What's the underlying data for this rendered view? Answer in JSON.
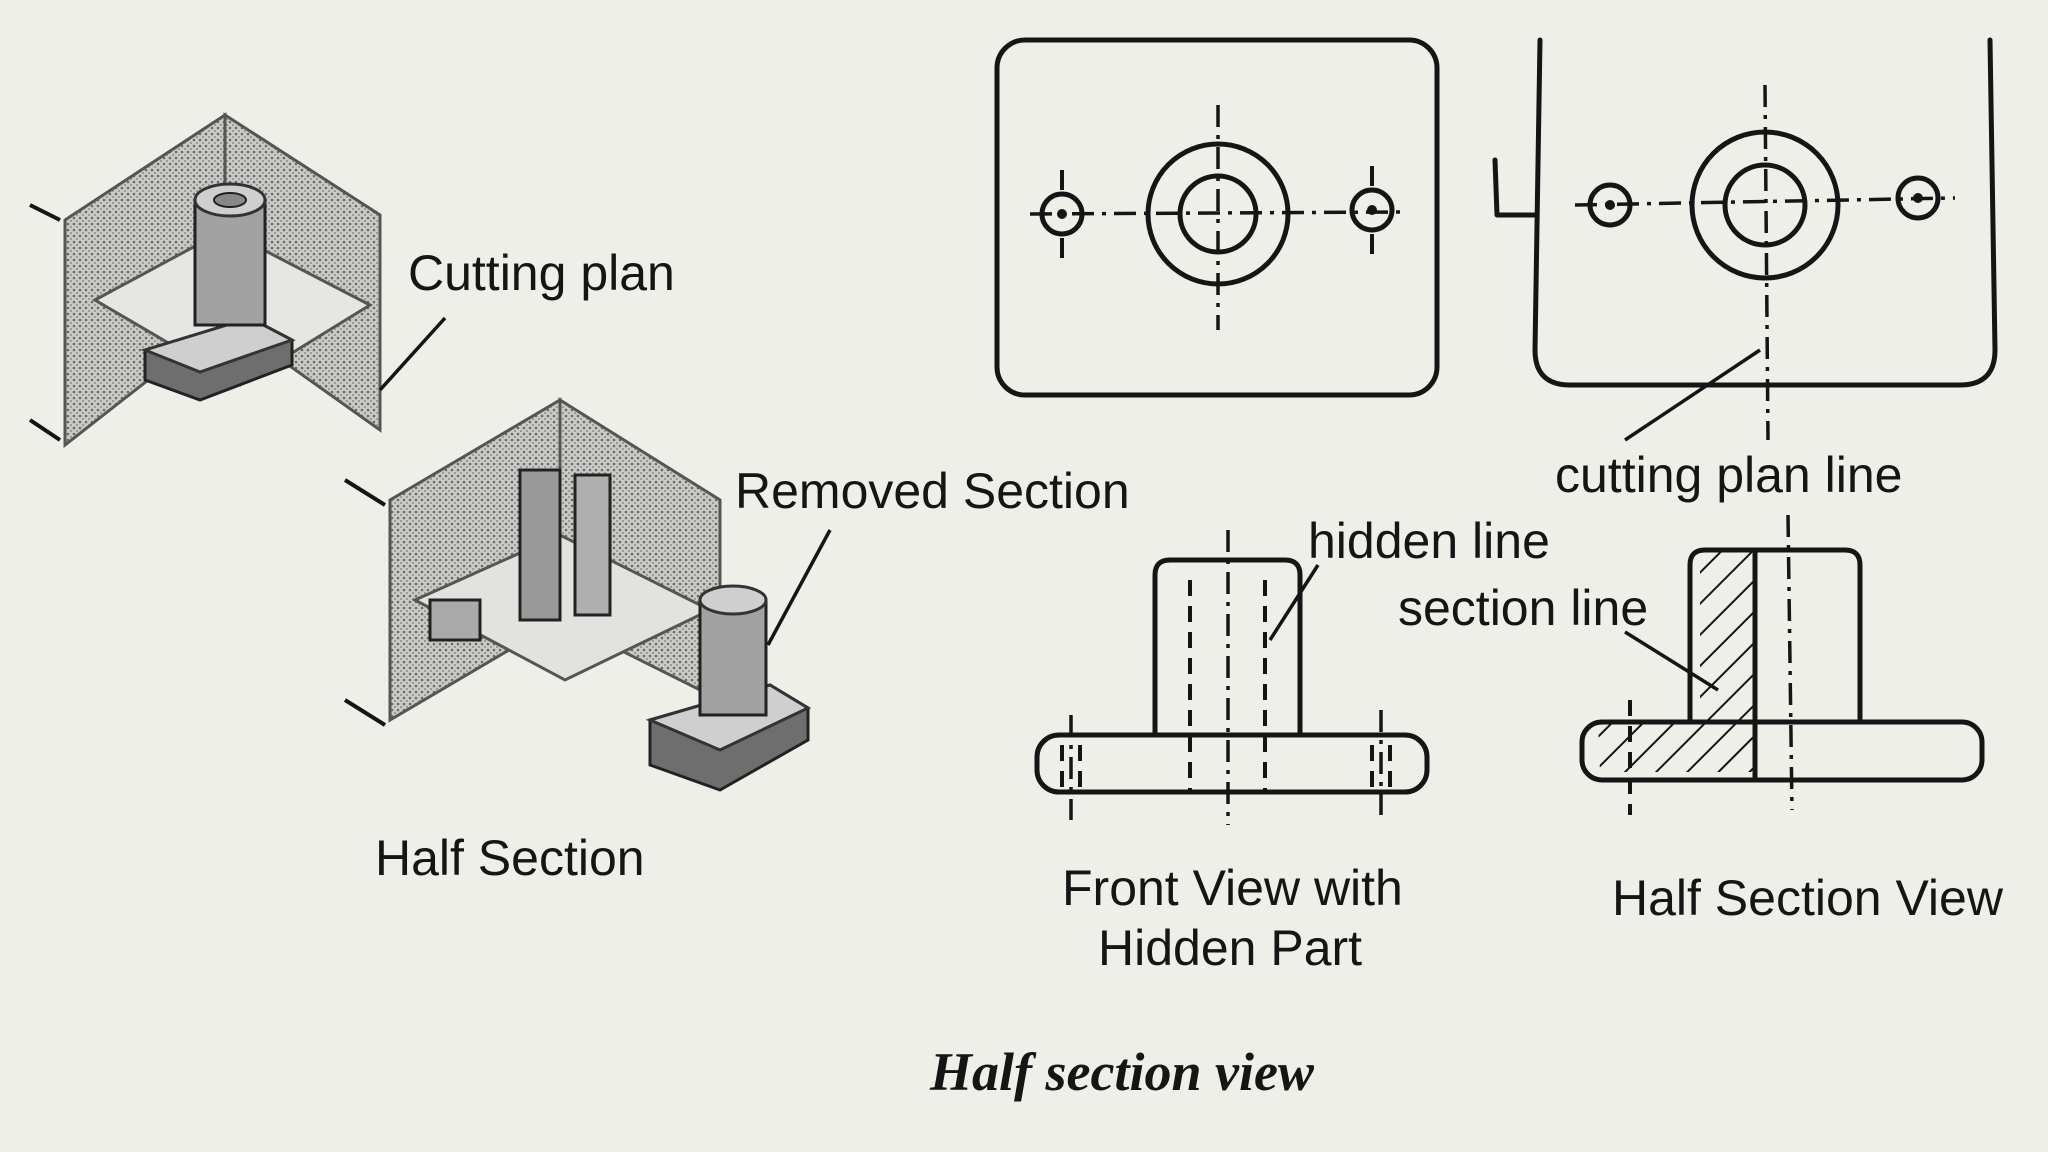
{
  "labels": {
    "cutting_plan": "Cutting plan",
    "removed_section": "Removed Section",
    "half_section": "Half Section",
    "hidden_line": "hidden line",
    "cutting_plan_line": "cutting plan line",
    "section_line": "section line",
    "front_view_line1": "Front View with",
    "front_view_line2": "Hidden Part",
    "half_section_view": "Half Section View"
  },
  "caption": "Half section view"
}
